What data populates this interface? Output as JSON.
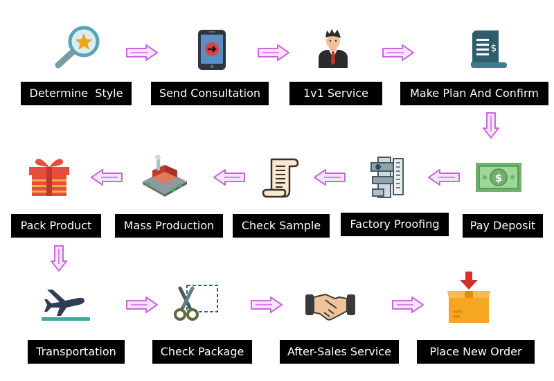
{
  "steps": [
    {
      "label": "Determine  Style",
      "icon": "magnifier-star-icon"
    },
    {
      "label": "Send Consultation",
      "icon": "smartphone-icon"
    },
    {
      "label": "1v1 Service",
      "icon": "businessman-icon"
    },
    {
      "label": "Make Plan And Confirm",
      "icon": "invoice-document-icon"
    },
    {
      "label": "Pay Deposit",
      "icon": "banknote-icon"
    },
    {
      "label": "Factory Proofing",
      "icon": "caliper-icon"
    },
    {
      "label": "Check Sample",
      "icon": "paper-scroll-icon"
    },
    {
      "label": "Mass Production",
      "icon": "factory-icon"
    },
    {
      "label": "Pack Product",
      "icon": "gift-box-icon"
    },
    {
      "label": "Transportation",
      "icon": "airplane-icon"
    },
    {
      "label": "Check Package",
      "icon": "scissors-icon"
    },
    {
      "label": "After-Sales Service",
      "icon": "handshake-icon"
    },
    {
      "label": "Place New Order",
      "icon": "package-box-icon"
    }
  ],
  "colors": {
    "label_bg": "#000000",
    "label_text": "#ffffff",
    "arrow": "#cc66dd"
  }
}
